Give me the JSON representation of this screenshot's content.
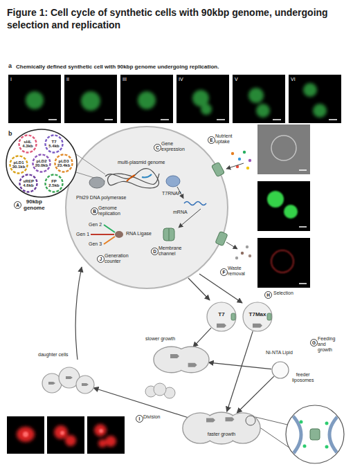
{
  "diagram": {
    "title": "Figure 1: Cell cycle of synthetic cells with 90kbp genome, undergoing selection and replication",
    "nodes": [
      {
        "text": [
          "90kbp genome"
        ]
      },
      {
        "text": [
          "sHL 4.3kb"
        ],
        "in": 0
      },
      {
        "text": [
          "T7 5.4kb"
        ],
        "in": 0
      },
      {
        "text": [
          "pLD1 30.1kb"
        ],
        "in": 0
      },
      {
        "text": [
          "pLD2 20.0kb"
        ],
        "in": 0
      },
      {
        "text": [
          "pLD3 23.4kb"
        ],
        "in": 0
      },
      {
        "text": [
          "sREP 4.6kb"
        ],
        "in": 0
      },
      {
        "text": [
          "FP 2.5kb"
        ],
        "in": 0
      },
      {
        "text": [
          "T7"
        ]
      },
      {
        "text": [
          "T7Max"
        ]
      },
      {
        "text": [
          "Ni-NTA Lipid",
          "feeder liposomes"
        ]
      },
      {
        "text": [
          "slower growth"
        ]
      },
      {
        "text": [
          "faster growth"
        ]
      },
      {
        "text": [
          "daughter cells"
        ]
      }
    ],
    "edges": [
      {
        "from": 8,
        "to": 11,
        "arrow": "to"
      },
      {
        "from": 9,
        "to": 12,
        "arrow": "to"
      },
      {
        "from": 10,
        "to": 11,
        "arrow": "to"
      },
      {
        "from": 10,
        "to": 12,
        "arrow": "to"
      },
      {
        "from": 12,
        "to": 13,
        "arrow": "to"
      }
    ],
    "labels": [
      "a",
      "Chemically defined synthetic cell with 90kbp genome undergoing replication.",
      "I",
      "II",
      "III",
      "IV",
      "V",
      "VI",
      "b",
      "A",
      "multi-plasmid genome",
      "Phi29 DNA polymerase",
      "B",
      "Genome replication",
      "C",
      "Gene expression",
      "T7RNAP",
      "mRNA",
      "E",
      "Nutrient uptake",
      "F",
      "Waste removal",
      "D",
      "Membrane channel",
      "Gen 2",
      "Gen 1",
      "Gen 3",
      "RNA Ligase",
      "J",
      "Generation counter",
      "H",
      "Selection",
      "G",
      "Feeding and growth",
      "I",
      "Division"
    ]
  }
}
